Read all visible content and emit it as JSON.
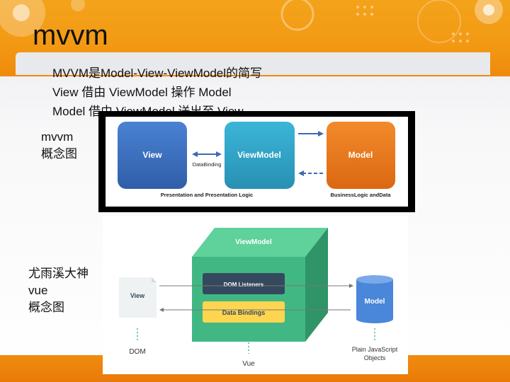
{
  "slide": {
    "title": "mvvm",
    "bullets": [
      "MVVM是Model-View-ViewModel的简写",
      "View 借由 ViewModel 操作 Model",
      "Model 借由 ViewModel 送出至 View"
    ],
    "labels": {
      "mvvm_diagram": [
        "mvvm",
        "概念图"
      ],
      "vue_diagram": [
        "尤雨溪大神",
        "vue",
        "概念图"
      ]
    }
  },
  "diagram1": {
    "view": "View",
    "viewmodel": "ViewModel",
    "model": "Model",
    "databinding": "DataBinding",
    "presentation": "Presentation and Presentation Logic",
    "business": "BusinessLogic andData",
    "colors": {
      "view": "#3d6fc1",
      "viewmodel": "#2fa7c9",
      "model": "#ee7a1f",
      "arrow": "#3c6bb3"
    }
  },
  "diagram2": {
    "viewmodel": "ViewModel",
    "dom_listeners": "DOM Listeners",
    "data_bindings": "Data Bindings",
    "view": "View",
    "dom": "DOM",
    "vue": "Vue",
    "model": "Model",
    "plain_js_line1": "Plain JavaScript",
    "plain_js_line2": "Objects",
    "colors": {
      "cube_front": "#41b883",
      "cube_top": "#5fd19b",
      "cube_side": "#2f9467",
      "listener": "#35495e",
      "binding": "#ffd54f",
      "model": "#4a86d9"
    }
  }
}
